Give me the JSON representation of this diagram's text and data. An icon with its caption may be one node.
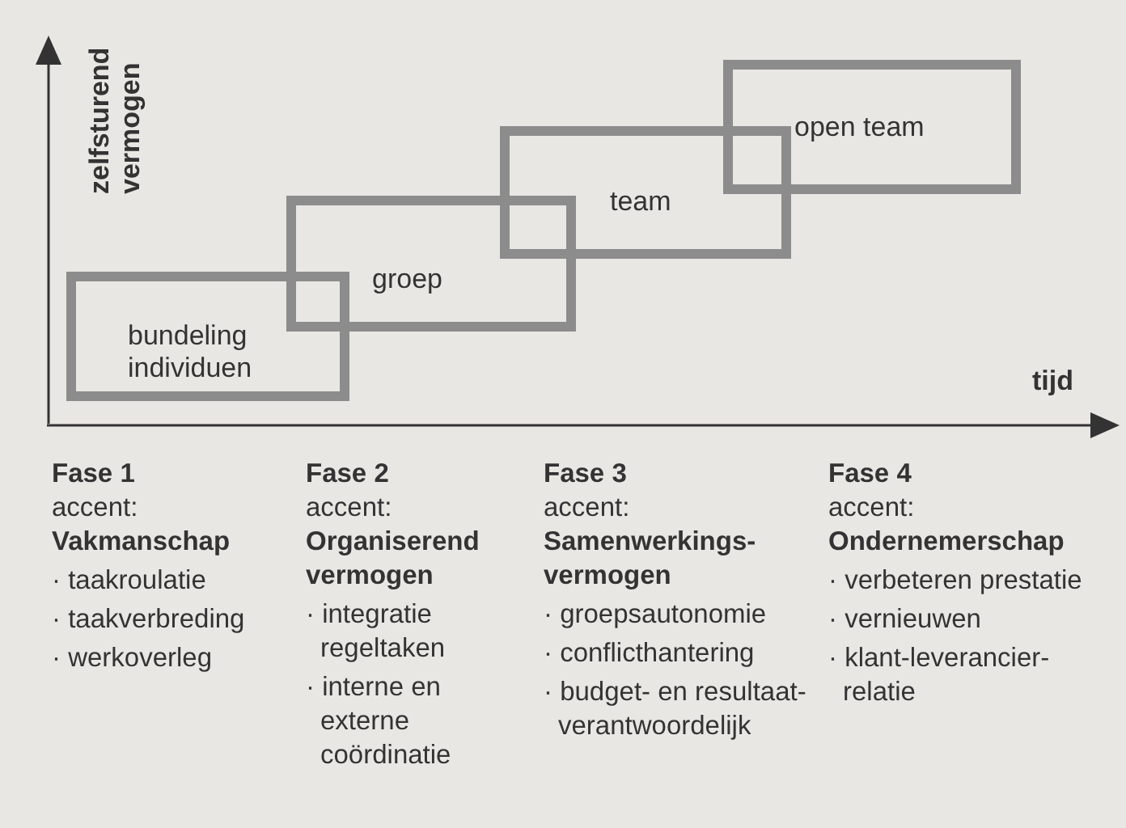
{
  "diagram": {
    "nodes": [
      {
        "text": [
          "bundeling individuen"
        ]
      },
      {
        "text": [
          "groep"
        ]
      },
      {
        "text": [
          "team"
        ]
      },
      {
        "text": [
          "open team"
        ]
      }
    ],
    "labels": [
      "zelfsturend vermogen",
      "tijd",
      "Fase 1",
      "accent:",
      "Vakmanschap",
      "· taakroulatie",
      "· taakverbreding",
      "· werkoverleg",
      "Fase 2",
      "accent:",
      "Organiserend vermogen",
      "· integratie regeltaken",
      "· interne en externe coördinatie",
      "Fase 3",
      "accent:",
      "Samenwerkings- vermogen",
      "· groepsautonomie",
      "· conflicthantering",
      "· budget- en resultaat- verantwoordelijk",
      "Fase 4",
      "accent:",
      "Ondernemerschap",
      "· verbeteren prestatie",
      "· vernieuwen",
      "· klant-leverancier- relatie"
    ]
  }
}
